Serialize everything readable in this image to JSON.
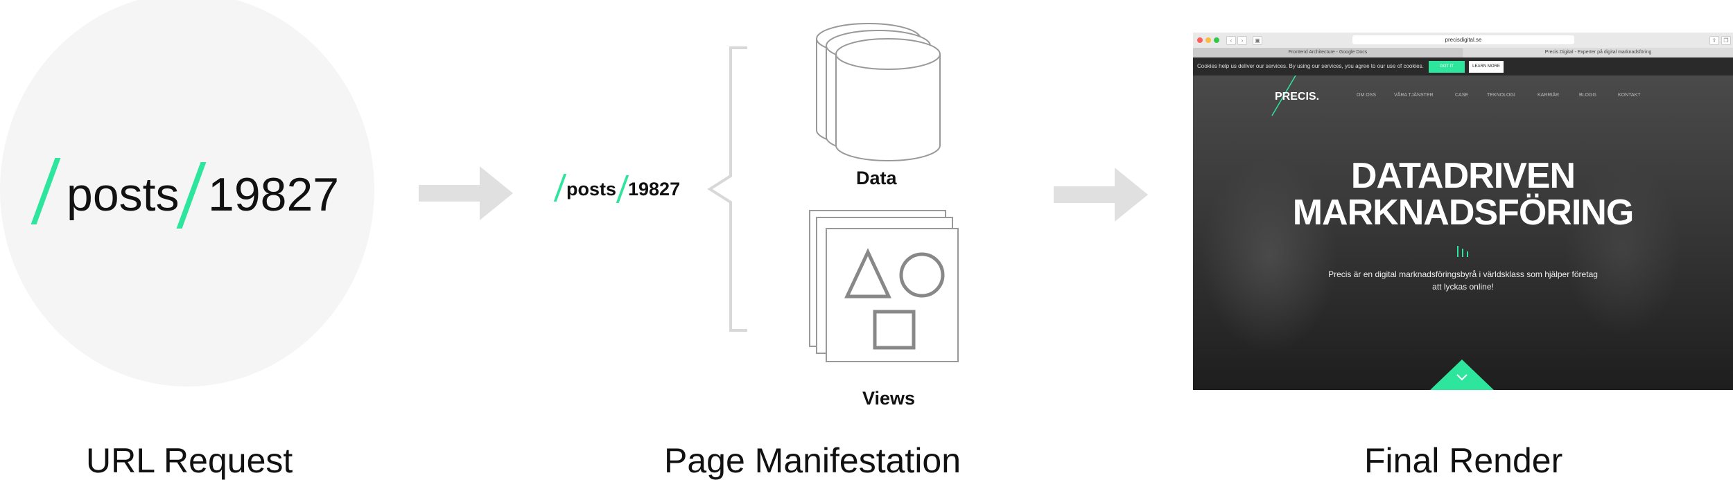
{
  "url_request": {
    "segments": [
      "posts",
      "19827"
    ],
    "caption": "URL Request"
  },
  "page_manifestation": {
    "segments": [
      "posts",
      "19827"
    ],
    "data_label": "Data",
    "views_label": "Views",
    "caption": "Page Manifestation"
  },
  "final_render": {
    "caption": "Final Render",
    "browser": {
      "url": "precisdigital.se",
      "tabs": [
        "Frontend Architecture - Google Docs",
        "Precis Digital - Experter på digital marknadsföring"
      ],
      "cookie_text": "Cookies help us deliver our services. By using our services, you agree to our use of cookies.",
      "got_it": "GOT IT",
      "learn_more": "LEARN MORE",
      "logo": "PRECIS.",
      "nav": [
        "OM OSS",
        "VÅRA TJÄNSTER",
        "CASE",
        "TEKNOLOGI",
        "KARRIÄR",
        "BLOGG",
        "KONTAKT"
      ],
      "hero_title_line1": "DATADRIVEN",
      "hero_title_line2": "MARKNADSFÖRING",
      "hero_sub_line1": "Precis är en digital marknadsföringsbyrå i världsklass som hjälper företag",
      "hero_sub_line2": "att lyckas online!",
      "accent": "#2ee59d"
    }
  },
  "colors": {
    "accent": "#2ee59d",
    "arrow": "#e0e0e0",
    "circle": "#f5f5f5"
  }
}
